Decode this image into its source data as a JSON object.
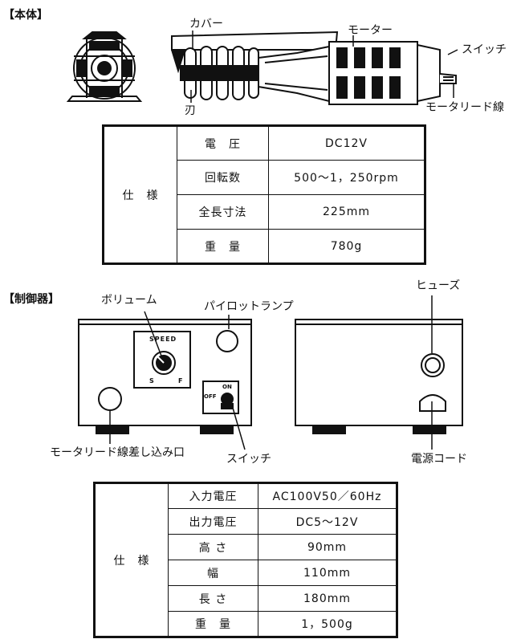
{
  "main_unit": {
    "section_title": "【本体】",
    "callouts": {
      "cover": "カバー",
      "motor": "モーター",
      "switch": "スイッチ",
      "lead_wire": "モータリード線",
      "blade": "刃"
    },
    "spec_header": "仕　様",
    "specs": [
      {
        "label": "電　圧",
        "value": "DC12V"
      },
      {
        "label": "回転数",
        "value": "500～1，250rpm"
      },
      {
        "label": "全長寸法",
        "value": "225mm"
      },
      {
        "label": "重　量",
        "value": "780g"
      }
    ]
  },
  "controller": {
    "section_title": "【制御器】",
    "callouts": {
      "volume": "ボリューム",
      "pilot_lamp": "パイロットランプ",
      "fuse": "ヒューズ",
      "lead_socket": "モータリード線差し込み口",
      "switch": "スイッチ",
      "power_cord": "電源コード"
    },
    "panel_text": {
      "speed": "SPEED",
      "slow": "S",
      "fast": "F",
      "off": "OFF",
      "on": "ON"
    },
    "spec_header": "仕　様",
    "specs": [
      {
        "label": "入力電圧",
        "value": "AC100V50／60Hz"
      },
      {
        "label": "出力電圧",
        "value": "DC5～12V"
      },
      {
        "label": "高 さ",
        "value": "90mm"
      },
      {
        "label": "幅",
        "value": "110mm"
      },
      {
        "label": "長 さ",
        "value": "180mm"
      },
      {
        "label": "重　量",
        "value": "1，500g"
      }
    ]
  }
}
